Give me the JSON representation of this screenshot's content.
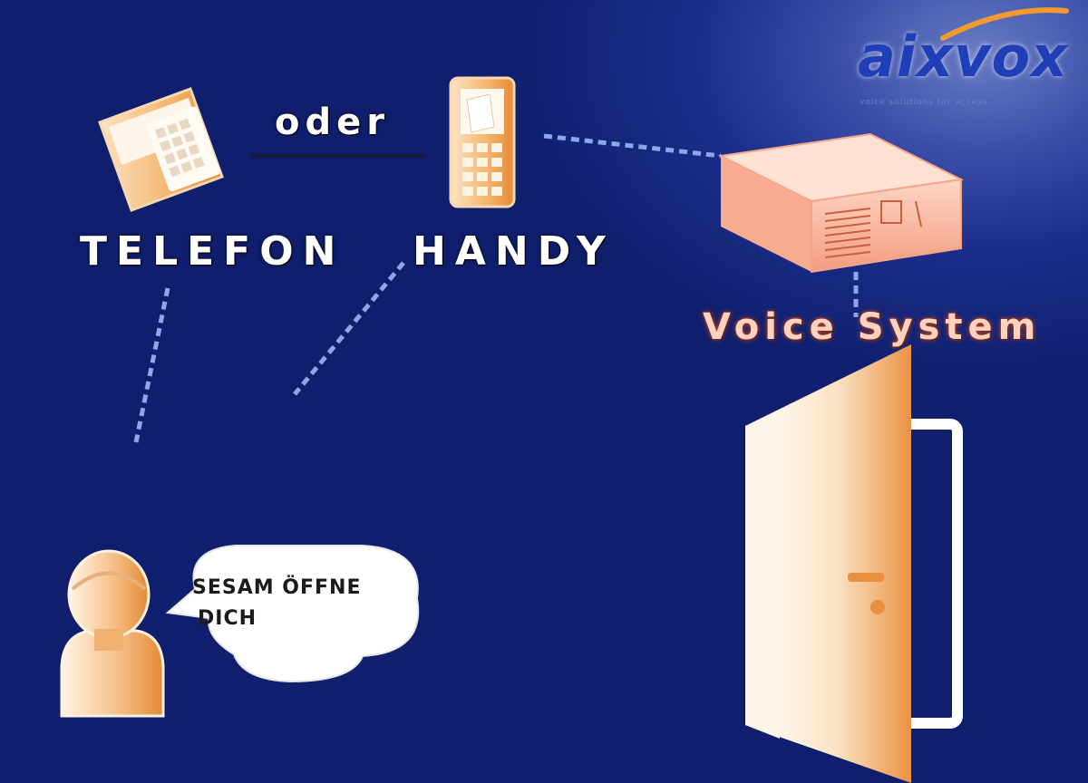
{
  "labels": {
    "oder": "oder",
    "telefon": "TELEFON",
    "handy": "HANDY",
    "voice_system": "Voice System",
    "speech": [
      "SESAM ÖFFNE",
      "DICH"
    ]
  },
  "logo": {
    "wordmark": "aixvox",
    "tagline": "voice solutions for access"
  },
  "colors": {
    "background": "#0f1f6e",
    "accent_orange": "#f0a04c",
    "device_salmon": "#f6a48a",
    "connector": "#8ea6e8",
    "logo_blue": "#1f3fb8"
  },
  "icons": [
    "telephone-icon",
    "mobile-phone-icon",
    "voice-system-box-icon",
    "person-icon",
    "speech-bubble-icon",
    "door-icon"
  ]
}
